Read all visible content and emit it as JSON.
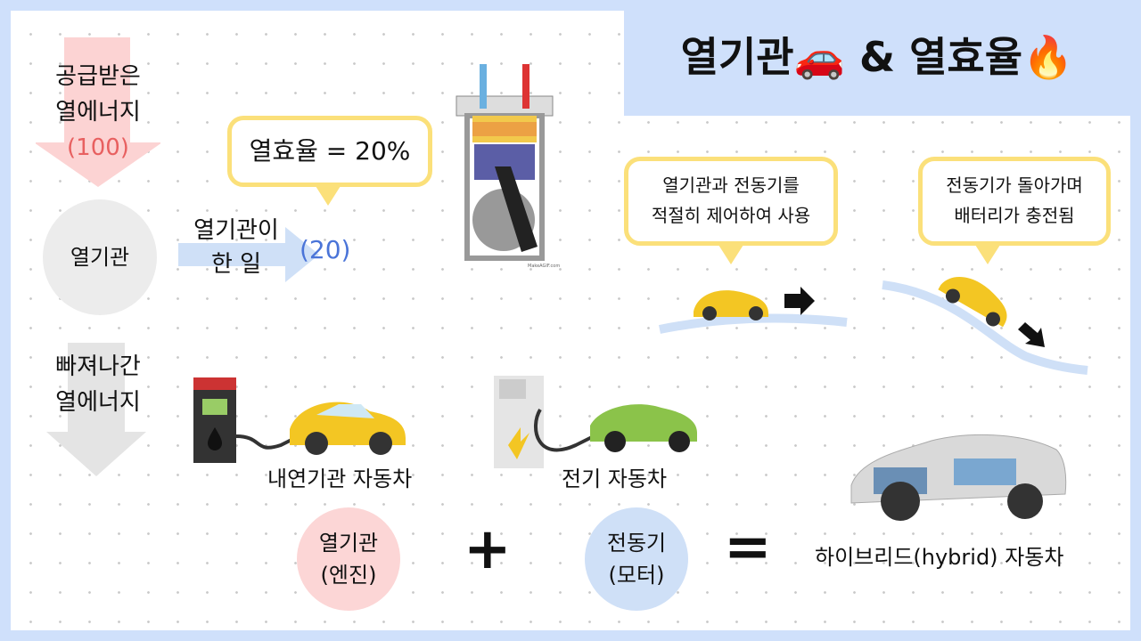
{
  "title": {
    "text": "열기관",
    "connector": "&",
    "text2": "열효율",
    "icon1": "red-car-emoji",
    "icon2": "fire-emoji"
  },
  "supplied": {
    "line1": "공급받은",
    "line2": "열에너지",
    "value": "(100)",
    "arrow_color": "#fcd3d3",
    "value_color": "#e86060"
  },
  "engine": {
    "label": "열기관"
  },
  "work": {
    "line1": "열기관이",
    "line2": "한 일",
    "value": "(20)",
    "arrow_color": "#cfe0f7",
    "value_color": "#4a74d8"
  },
  "efficiency": {
    "text": "열효율 = 20%"
  },
  "lost": {
    "line1": "빠져나간",
    "line2": "열에너지"
  },
  "engine_diagram": {
    "credit": "MakeAGIF.com",
    "icon": "piston-engine-diagram"
  },
  "hybrid_bubble1": {
    "line1": "열기관과 전동기를",
    "line2": "적절히 제어하여 사용"
  },
  "hybrid_bubble2": {
    "line1": "전동기가 돌아가며",
    "line2": "배터리가 충전됨"
  },
  "ice_car": {
    "label": "내연기관 자동차"
  },
  "ev_car": {
    "label": "전기 자동차"
  },
  "equation": {
    "engine_line1": "열기관",
    "engine_line2": "(엔진)",
    "plus": "+",
    "motor_line1": "전동기",
    "motor_line2": "(모터)",
    "equals": "=",
    "result": "하이브리드(hybrid) 자동차",
    "engine_color": "#fcd6d6",
    "motor_color": "#cfe0f7"
  }
}
